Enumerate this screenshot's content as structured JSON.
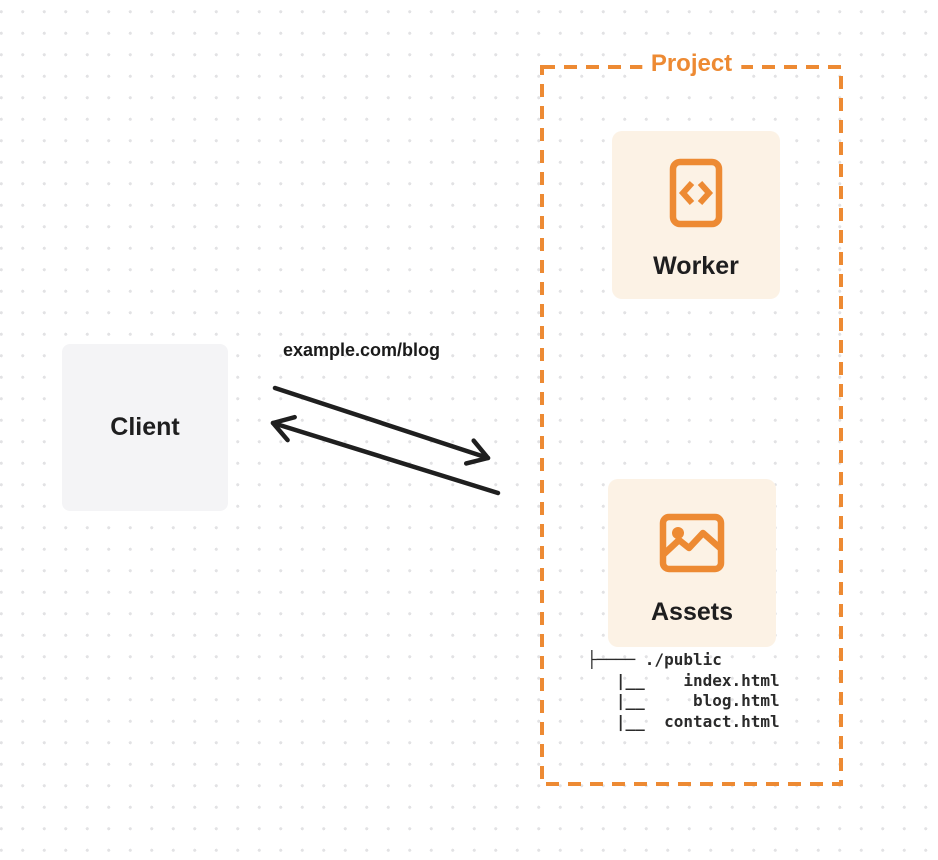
{
  "client": {
    "label": "Client"
  },
  "request": {
    "label": "example.com/blog"
  },
  "project": {
    "label": "Project",
    "worker": {
      "label": "Worker",
      "icon": "code-file-icon"
    },
    "assets": {
      "label": "Assets",
      "icon": "image-icon"
    },
    "file_tree": [
      "├──── ./public",
      "   |__    index.html",
      "   |__     blog.html",
      "   |__  contact.html"
    ]
  },
  "colors": {
    "accent_orange": "#ed8a33",
    "card_background": "#fcf2e5",
    "client_background": "#f4f4f6",
    "ink": "#1e1e1f",
    "dot_grid": "#e2e2e4"
  }
}
